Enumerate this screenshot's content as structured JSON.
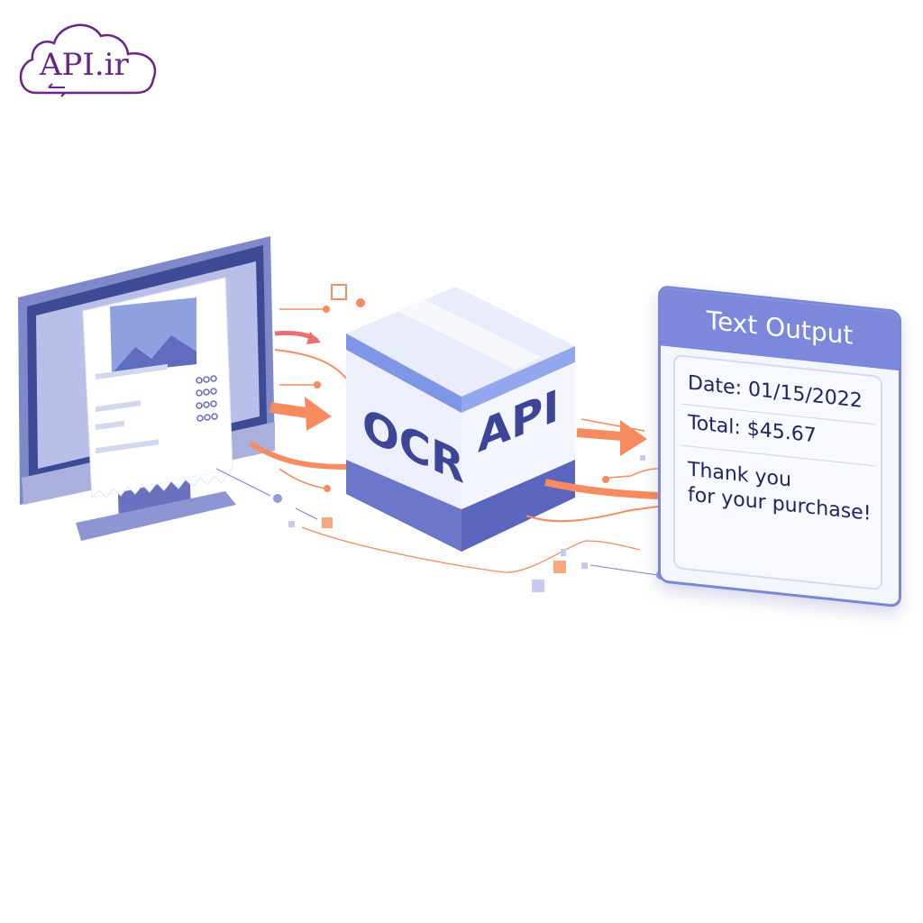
{
  "logo": {
    "text": "API.ir",
    "color": "#6a2387"
  },
  "diagram": {
    "title": "OCR API flow",
    "source": {
      "label": "Computer screen showing a scanned receipt",
      "receipt_rows_with_dots": 4
    },
    "processor": {
      "label_left": "OCR",
      "label_right": "API"
    },
    "output": {
      "title": "Text Output",
      "lines": [
        {
          "label": "Date:",
          "value": "01/15/2022"
        },
        {
          "label": "Total:",
          "value": "$45.67"
        }
      ],
      "message_line1": "Thank you",
      "message_line2": "for your purchase!"
    },
    "flow": [
      "Document on computer",
      "OCR API",
      "Text Output"
    ]
  },
  "colors": {
    "primary": "#7c88db",
    "dark_blue": "#3c4596",
    "accent_orange": "#f58b5e",
    "logo_purple": "#6a2387"
  }
}
